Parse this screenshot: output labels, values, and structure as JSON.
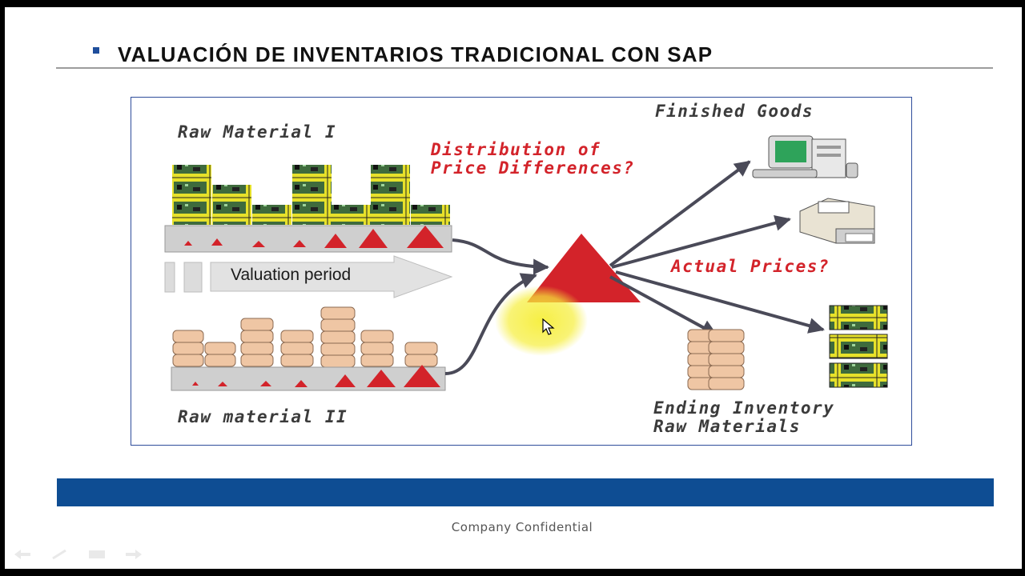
{
  "slide": {
    "title": "VALUACIÓN DE INVENTARIOS TRADICIONAL CON SAP",
    "footer_text": "Company Confidential"
  },
  "diagram": {
    "raw_material_1": "Raw Material I",
    "raw_material_2": "Raw material II",
    "valuation_period": "Valuation period",
    "distribution_line1": "Distribution of",
    "distribution_line2": "Price Differences?",
    "actual_prices": "Actual Prices?",
    "finished_goods": "Finished Goods",
    "ending_inventory_line1": "Ending Inventory",
    "ending_inventory_line2": "Raw Materials"
  },
  "colors": {
    "accent_blue": "#0e4d93",
    "triangle_red": "#d3232a",
    "label_red": "#d3232a",
    "highlight_yellow": "#f6ee3a"
  },
  "icons": {
    "cursor": "mouse-pointer-icon",
    "computer": "computer-icon",
    "printer": "printer-icon"
  },
  "nav_icons": [
    "nav-back-icon",
    "pen-icon",
    "menu-icon",
    "nav-forward-icon"
  ]
}
